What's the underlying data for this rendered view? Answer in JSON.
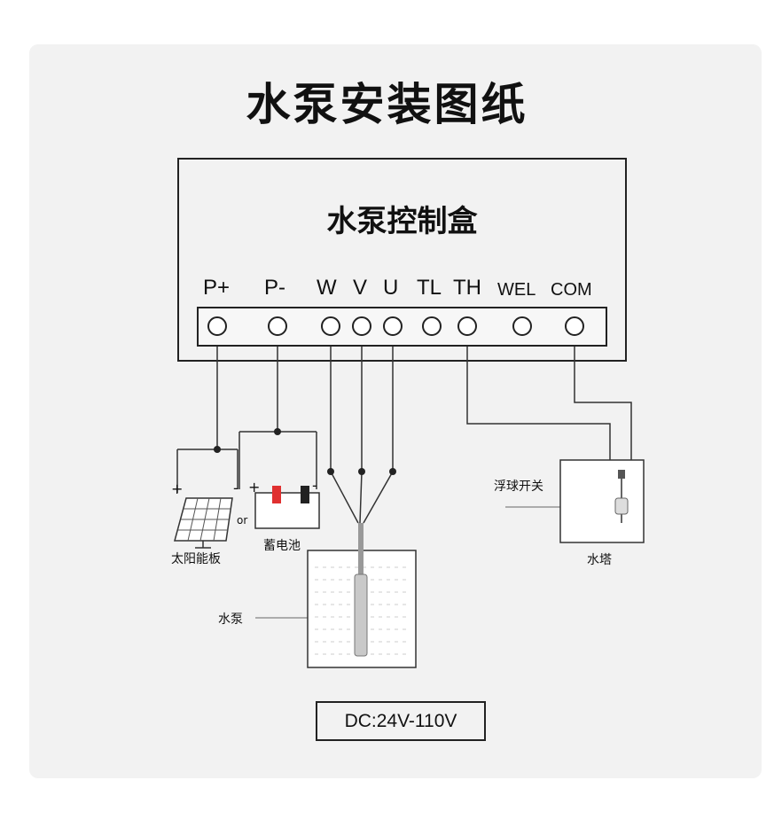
{
  "title": "水泵安装图纸",
  "controller": {
    "title": "水泵控制盒",
    "terminals": [
      "P+",
      "P-",
      "W",
      "V",
      "U",
      "TL",
      "TH",
      "WEL",
      "COM"
    ]
  },
  "components": {
    "solar_panel": "太阳能板",
    "or_label": "or",
    "battery": "蓄电池",
    "plus": "+",
    "minus": "-",
    "pump": "水泵",
    "float_switch": "浮球开关",
    "water_tower": "水塔"
  },
  "voltage": "DC:24V-110V"
}
